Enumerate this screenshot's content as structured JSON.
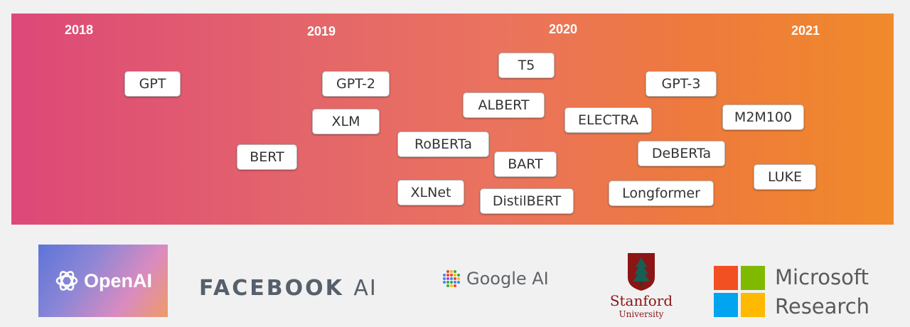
{
  "timeline": {
    "years": [
      "2018",
      "2019",
      "2020",
      "2021"
    ],
    "models": [
      "GPT",
      "GPT-2",
      "XLM",
      "BERT",
      "T5",
      "ALBERT",
      "RoBERTa",
      "BART",
      "XLNet",
      "DistilBERT",
      "GPT-3",
      "ELECTRA",
      "M2M100",
      "DeBERTa",
      "Longformer",
      "LUKE"
    ],
    "colors": {
      "gradient_start": "#dd4878",
      "gradient_end": "#f08a2a",
      "chip_bg": "#ffffff",
      "text": "#333333"
    }
  },
  "logos": {
    "openai": {
      "label": "OpenAI",
      "icon": "openai-knot-icon"
    },
    "facebook": {
      "main": "FACEBOOK",
      "suffix": "AI"
    },
    "google": {
      "label": "Google AI",
      "icon": "google-dots-icon"
    },
    "stanford": {
      "name": "Stanford",
      "sub": "University",
      "icon": "stanford-tree-seal-icon"
    },
    "microsoft": {
      "line1": "Microsoft",
      "line2": "Research",
      "icon": "microsoft-squares-icon",
      "colors": [
        "#f25022",
        "#7fba00",
        "#00a4ef",
        "#ffb900"
      ]
    }
  }
}
